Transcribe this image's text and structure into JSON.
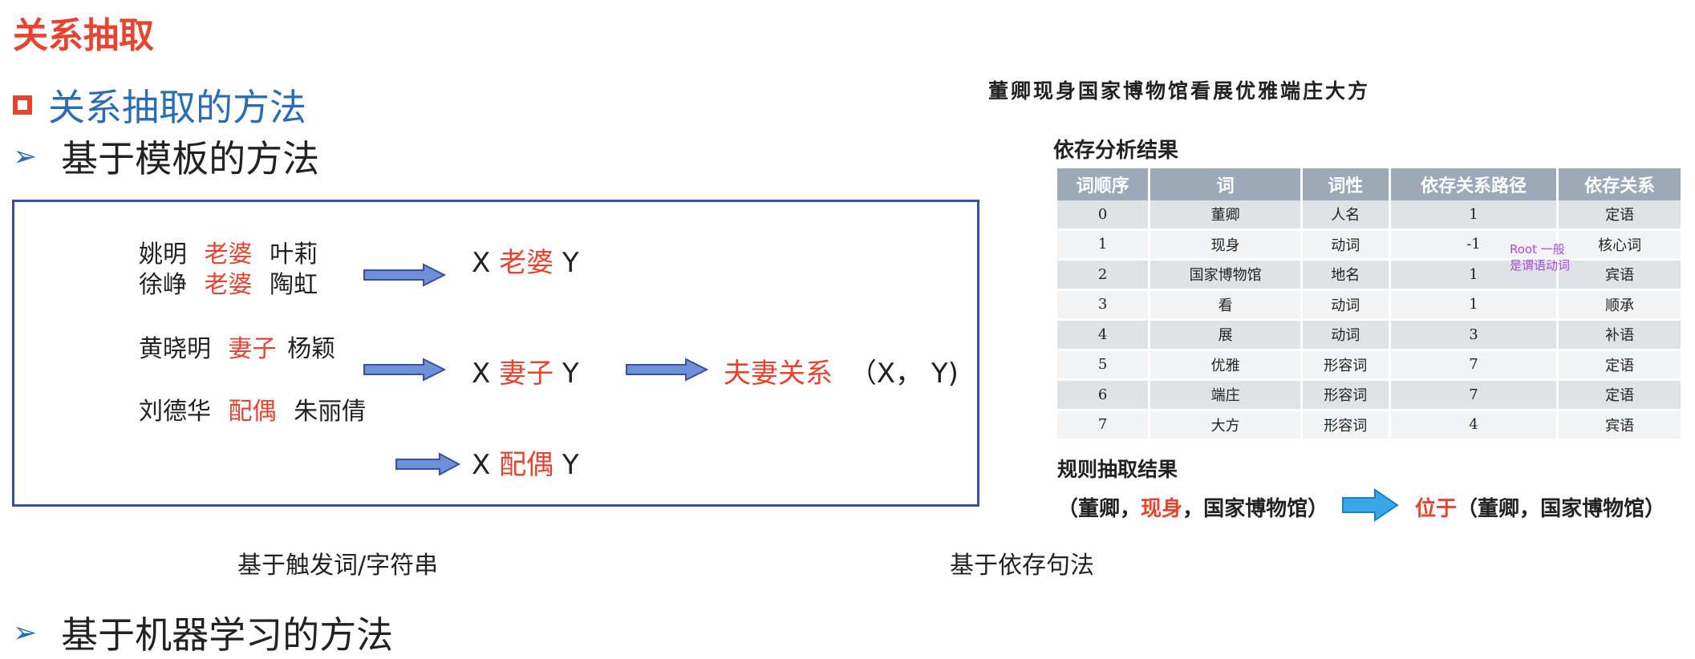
{
  "page_title": "关系抽取",
  "section_heading": "关系抽取的方法",
  "bullets": {
    "template": "基于模板的方法",
    "ml": "基于机器学习的方法"
  },
  "template_box": {
    "examples": [
      {
        "subject": "姚明",
        "trigger": "老婆",
        "object": "叶莉"
      },
      {
        "subject": "徐峥",
        "trigger": "老婆",
        "object": "陶虹"
      },
      {
        "subject": "黄晓明",
        "trigger": "妻子",
        "object": "杨颖"
      },
      {
        "subject": "刘德华",
        "trigger": "配偶",
        "object": "朱丽倩"
      }
    ],
    "patterns": [
      {
        "x": "X",
        "trigger": "老婆",
        "y": "Y"
      },
      {
        "x": "X",
        "trigger": "妻子",
        "y": "Y"
      },
      {
        "x": "X",
        "trigger": "配偶",
        "y": "Y"
      }
    ],
    "relation_label": "夫妻关系",
    "relation_args": "（X， Y)"
  },
  "dependency": {
    "sentence": "董卿现身国家博物馆看展优雅端庄大方",
    "subtitle": "依存分析结果",
    "headers": [
      "词顺序",
      "词",
      "词性",
      "依存关系路径",
      "依存关系"
    ],
    "rows": [
      [
        "0",
        "董卿",
        "人名",
        "1",
        "定语"
      ],
      [
        "1",
        "现身",
        "动词",
        "-1",
        "核心词"
      ],
      [
        "2",
        "国家博物馆",
        "地名",
        "1",
        "宾语"
      ],
      [
        "3",
        "看",
        "动词",
        "1",
        "顺承"
      ],
      [
        "4",
        "展",
        "动词",
        "3",
        "补语"
      ],
      [
        "5",
        "优雅",
        "形容词",
        "7",
        "定语"
      ],
      [
        "6",
        "端庄",
        "形容词",
        "7",
        "定语"
      ],
      [
        "7",
        "大方",
        "形容词",
        "4",
        "宾语"
      ]
    ],
    "root_note": "Root 一般是谓语动词",
    "rule_title": "规则抽取结果",
    "rule_input": {
      "open": "（",
      "a": "董卿",
      "sep1": "，",
      "verb": "现身",
      "sep2": "，",
      "b": "国家博物馆",
      "close": "）"
    },
    "rule_output": {
      "relation": "位于",
      "open": "（",
      "a": "董卿",
      "sep": "，",
      "b": "国家博物馆",
      "close": "）"
    }
  },
  "captions": {
    "left": "基于触发词/字符串",
    "right": "基于依存句法"
  },
  "colors": {
    "accent_red": "#e8432f",
    "heading_blue": "#2a6cb5",
    "box_border": "#3a4fa0",
    "arrow_blue": "#39a6e8"
  },
  "icons": {
    "bullet": "chevron-right-icon",
    "section": "square-outline-icon",
    "arrow": "right-arrow-icon"
  }
}
